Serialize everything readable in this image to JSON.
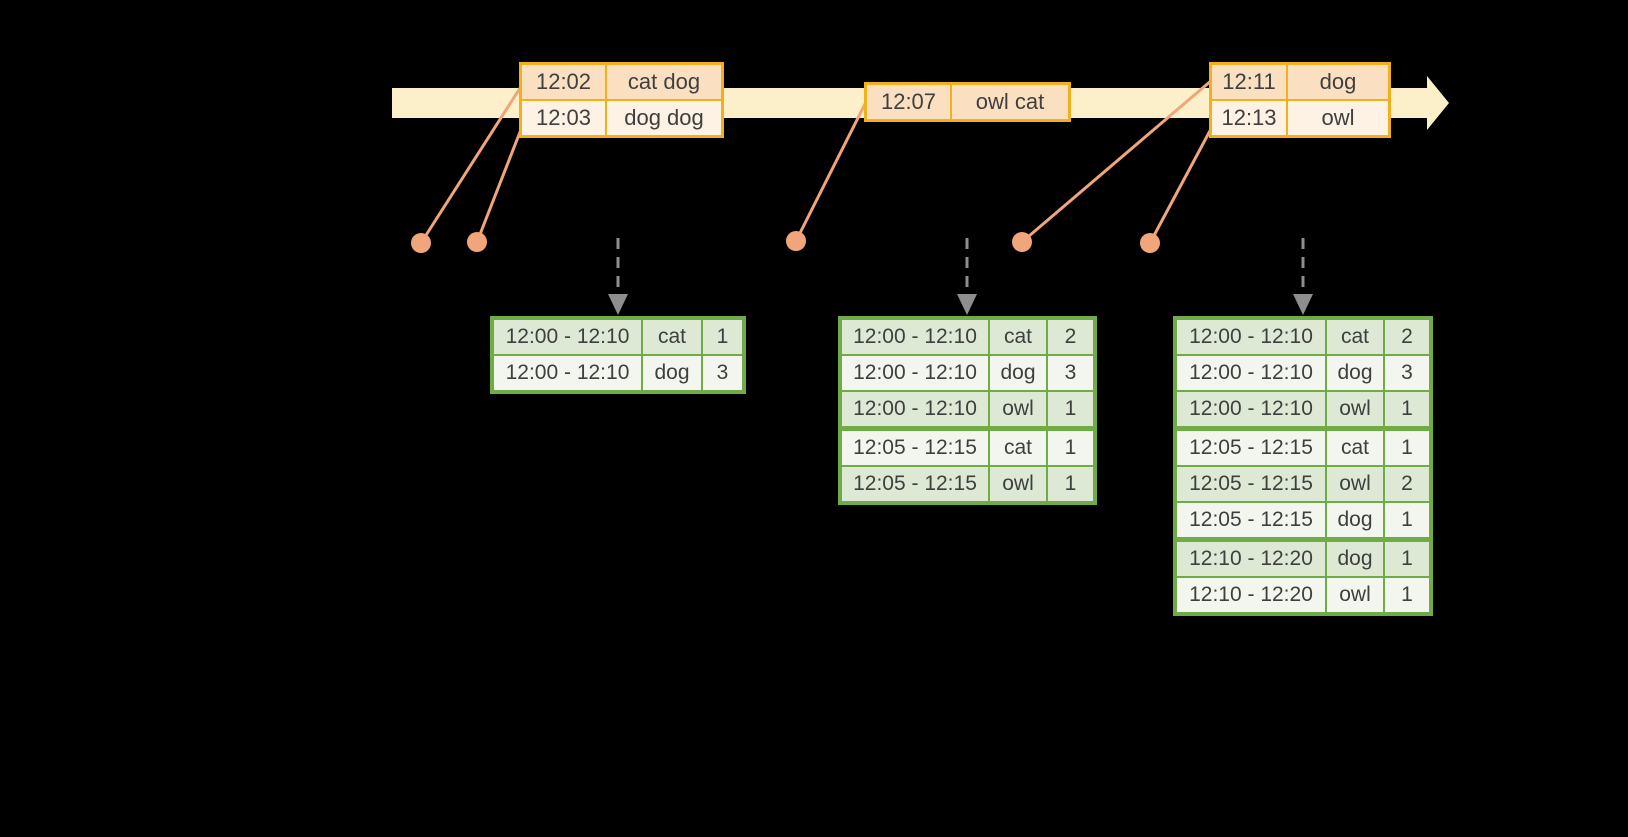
{
  "colors": {
    "background": "#000000",
    "timeline_band": "#FCF0CB",
    "event_border": "#F2B11C",
    "event_fill_dark": "#FAE0C0",
    "event_fill_light": "#FDF2E3",
    "connector_salmon": "#F0A57A",
    "result_border": "#6FAC46",
    "result_fill_dark": "#DDE9D4",
    "result_fill_light": "#F3F6EE",
    "trigger_arrow_gray": "#8E8E8E",
    "text": "#3F3F3F"
  },
  "event_tables": [
    {
      "rows": [
        {
          "time": "12:02",
          "words": "cat dog"
        },
        {
          "time": "12:03",
          "words": "dog dog"
        }
      ]
    },
    {
      "rows": [
        {
          "time": "12:07",
          "words": "owl cat"
        }
      ]
    },
    {
      "rows": [
        {
          "time": "12:11",
          "words": "dog"
        },
        {
          "time": "12:13",
          "words": "owl"
        }
      ]
    }
  ],
  "result_tables": [
    {
      "rows": [
        {
          "window": "12:00 - 12:10",
          "word": "cat",
          "count": "1"
        },
        {
          "window": "12:00 - 12:10",
          "word": "dog",
          "count": "3"
        }
      ]
    },
    {
      "rows": [
        {
          "window": "12:00 - 12:10",
          "word": "cat",
          "count": "2"
        },
        {
          "window": "12:00 - 12:10",
          "word": "dog",
          "count": "3"
        },
        {
          "window": "12:00 - 12:10",
          "word": "owl",
          "count": "1"
        },
        {
          "window": "12:05 - 12:15",
          "word": "cat",
          "count": "1"
        },
        {
          "window": "12:05 - 12:15",
          "word": "owl",
          "count": "1"
        }
      ]
    },
    {
      "rows": [
        {
          "window": "12:00 - 12:10",
          "word": "cat",
          "count": "2"
        },
        {
          "window": "12:00 - 12:10",
          "word": "dog",
          "count": "3"
        },
        {
          "window": "12:00 - 12:10",
          "word": "owl",
          "count": "1"
        },
        {
          "window": "12:05 - 12:15",
          "word": "cat",
          "count": "1"
        },
        {
          "window": "12:05 - 12:15",
          "word": "owl",
          "count": "2"
        },
        {
          "window": "12:05 - 12:15",
          "word": "dog",
          "count": "1"
        },
        {
          "window": "12:10 - 12:20",
          "word": "dog",
          "count": "1"
        },
        {
          "window": "12:10 - 12:20",
          "word": "owl",
          "count": "1"
        }
      ]
    }
  ]
}
